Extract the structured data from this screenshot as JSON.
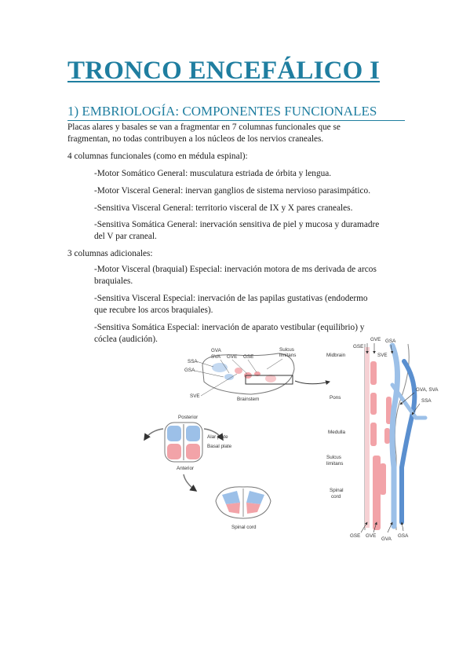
{
  "title": "TRONCO ENCEFÁLICO I",
  "section": "1) EMBRIOLOGÍA: COMPONENTES FUNCIONALES",
  "paragraphs": {
    "intro_1": "Placas alares y basales se van a fragmentar en 7 columnas funcionales que se",
    "intro_2": "fragmentan, no todas contribuyen a los núcleos de los nervios craneales.",
    "four_cols": "4 columnas funcionales (como en médula espinal):",
    "msg": "-Motor Somático General: musculatura estriada de órbita y lengua.",
    "mvg": "-Motor Visceral General: inervan ganglios de sistema nervioso parasimpático.",
    "svg": "-Sensitiva Visceral General: territorio visceral de IX y X pares craneales.",
    "ssg_1": "-Sensitiva Somática General: inervación sensitiva de piel y mucosa y duramadre",
    "ssg_2": "del V par craneal.",
    "three_cols": "3 columnas adicionales:",
    "mve_1": "-Motor Visceral (braquial) Especial: inervación motora de ms derivada de arcos",
    "mve_2": "braquiales.",
    "sve_1": "-Sensitiva Visceral Especial: inervación de las papilas gustativas (endodermo",
    "sve_2": "que recubre los arcos braquiales).",
    "sse_1": "-Sensitiva Somática Especial: inervación de aparato vestibular (equilibrio) y",
    "sse_2": "cóclea (audición)."
  },
  "figure": {
    "colors": {
      "motor": "#f2a3a8",
      "sensory": "#9cc0e8",
      "motor_dark": "#d96a72",
      "sensory_dark": "#5a8fcf"
    },
    "brainstem": {
      "gva": "GVA",
      "sva": "SVA",
      "gve": "GVE",
      "gse": "GSE",
      "sulcus": "Sulcus",
      "limitans": "limitans",
      "ssa": "SSA",
      "gsa": "GSA",
      "sve": "SVE",
      "name": "Brainstem"
    },
    "neural_tube": {
      "posterior": "Posterior",
      "alar": "Alar plate",
      "basal": "Basal plate",
      "anterior": "Anterior"
    },
    "spinal": {
      "name": "Spinal cord"
    },
    "columns": {
      "top_gse": "GSE",
      "top_gve": "GVE",
      "top_gsa": "GSA",
      "top_sve": "SVE",
      "midbrain": "Midbrain",
      "pons": "Pons",
      "medulla": "Medulla",
      "sulcus": "Sulcus",
      "limitans": "limitans",
      "spinal": "Spinal",
      "cord": "cord",
      "gva_sva": "GVA, SVA",
      "ssa": "SSA",
      "bot_gse": "GSE",
      "bot_gve": "GVE",
      "bot_gva": "GVA",
      "bot_gsa": "GSA"
    }
  }
}
